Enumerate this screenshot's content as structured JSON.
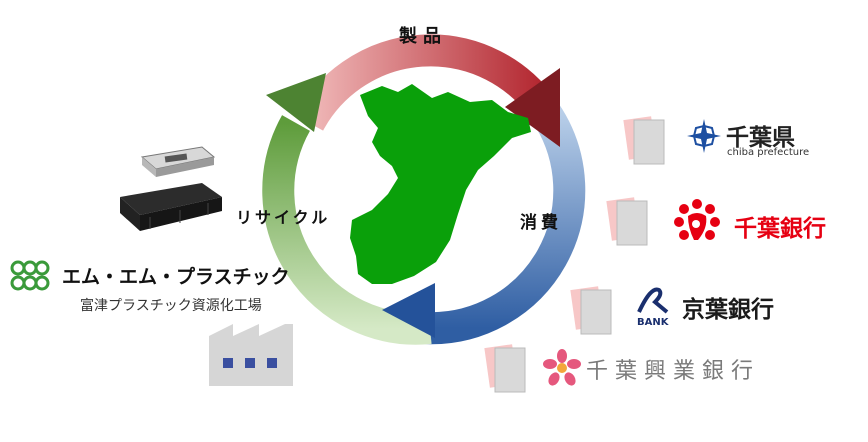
{
  "cycle": {
    "product_label": "製品",
    "consumption_label": "消費",
    "recycle_label": "リサイクル"
  },
  "company": {
    "name": "エム・エム・プラスチック",
    "factory": "富津プラスチック資源化工場"
  },
  "organizations": [
    {
      "name": "千葉県",
      "subtitle": "chiba prefecture",
      "logo": "chiba-prefecture-emblem-icon"
    },
    {
      "name": "千葉銀行",
      "logo": "chiba-bank-flower-icon"
    },
    {
      "name": "京葉銀行",
      "logo_text": "BANK",
      "logo": "keiyo-bank-logo-icon"
    },
    {
      "name": "千葉興業銀行",
      "logo": "cosmos-flower-icon"
    }
  ],
  "colors": {
    "product_arrow": "#c0393f",
    "consumption_arrow": "#2e5fa6",
    "recycle_arrow": "#5c9a37",
    "map_fill": "#0aa00a",
    "chiba_bank_red": "#e60012",
    "chiba_pref_blue": "#1d4fa1",
    "keiyo_navy": "#1a2f6e",
    "kogyo_gray": "#7a7a7a",
    "kogyo_pink": "#e5587d"
  }
}
